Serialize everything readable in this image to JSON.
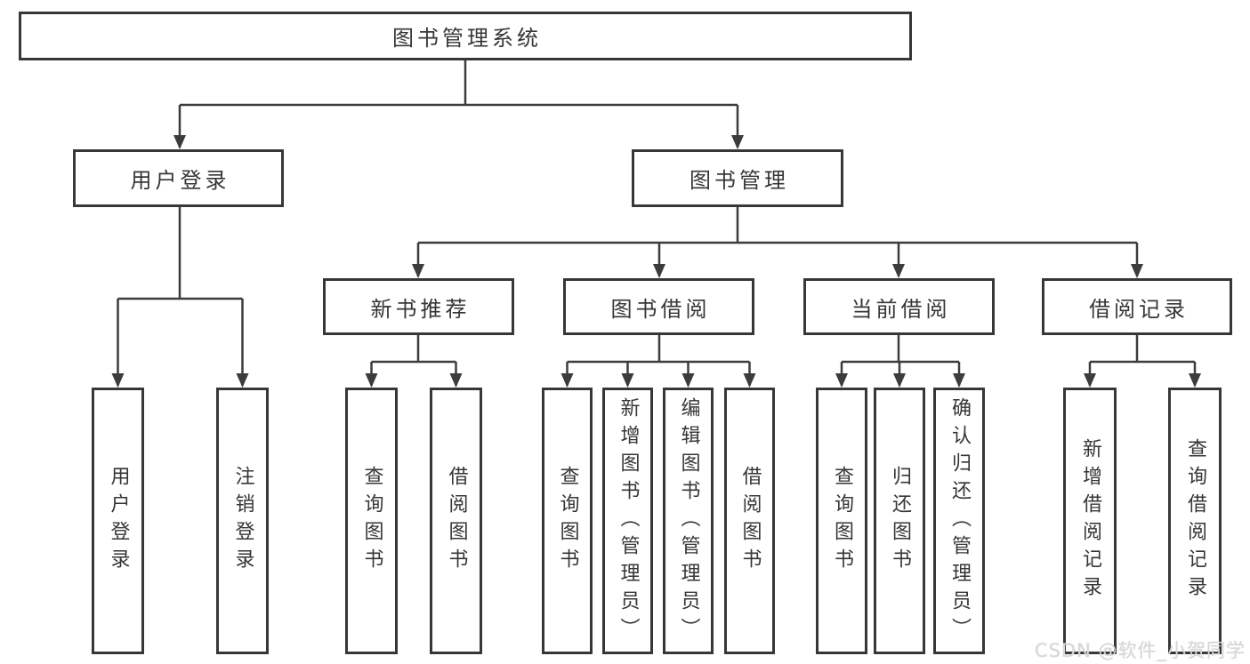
{
  "diagram": {
    "root": {
      "label": "图书管理系统",
      "children": [
        {
          "label": "用户登录",
          "children": [
            {
              "label": "用户登录"
            },
            {
              "label": "注销登录"
            }
          ]
        },
        {
          "label": "图书管理",
          "children": [
            {
              "label": "新书推荐",
              "children": [
                {
                  "label": "查询图书"
                },
                {
                  "label": "借阅图书"
                }
              ]
            },
            {
              "label": "图书借阅",
              "children": [
                {
                  "label": "查询图书"
                },
                {
                  "label": "新增图书（管理员）"
                },
                {
                  "label": "编辑图书（管理员）"
                },
                {
                  "label": "借阅图书"
                }
              ]
            },
            {
              "label": "当前借阅",
              "children": [
                {
                  "label": "查询图书"
                },
                {
                  "label": "归还图书"
                },
                {
                  "label": "确认归还（管理员）"
                }
              ]
            },
            {
              "label": "借阅记录",
              "children": [
                {
                  "label": "新增借阅记录"
                },
                {
                  "label": "查询借阅记录"
                }
              ]
            }
          ]
        }
      ]
    }
  },
  "watermark": {
    "text": "CSDN @软件_小贺同学"
  },
  "colors": {
    "line": "#3c3c3c",
    "box_border": "#373737",
    "box_fill": "#ffffff",
    "text": "#363636",
    "background": "#ffffff",
    "watermark": "#d8d8d8"
  }
}
